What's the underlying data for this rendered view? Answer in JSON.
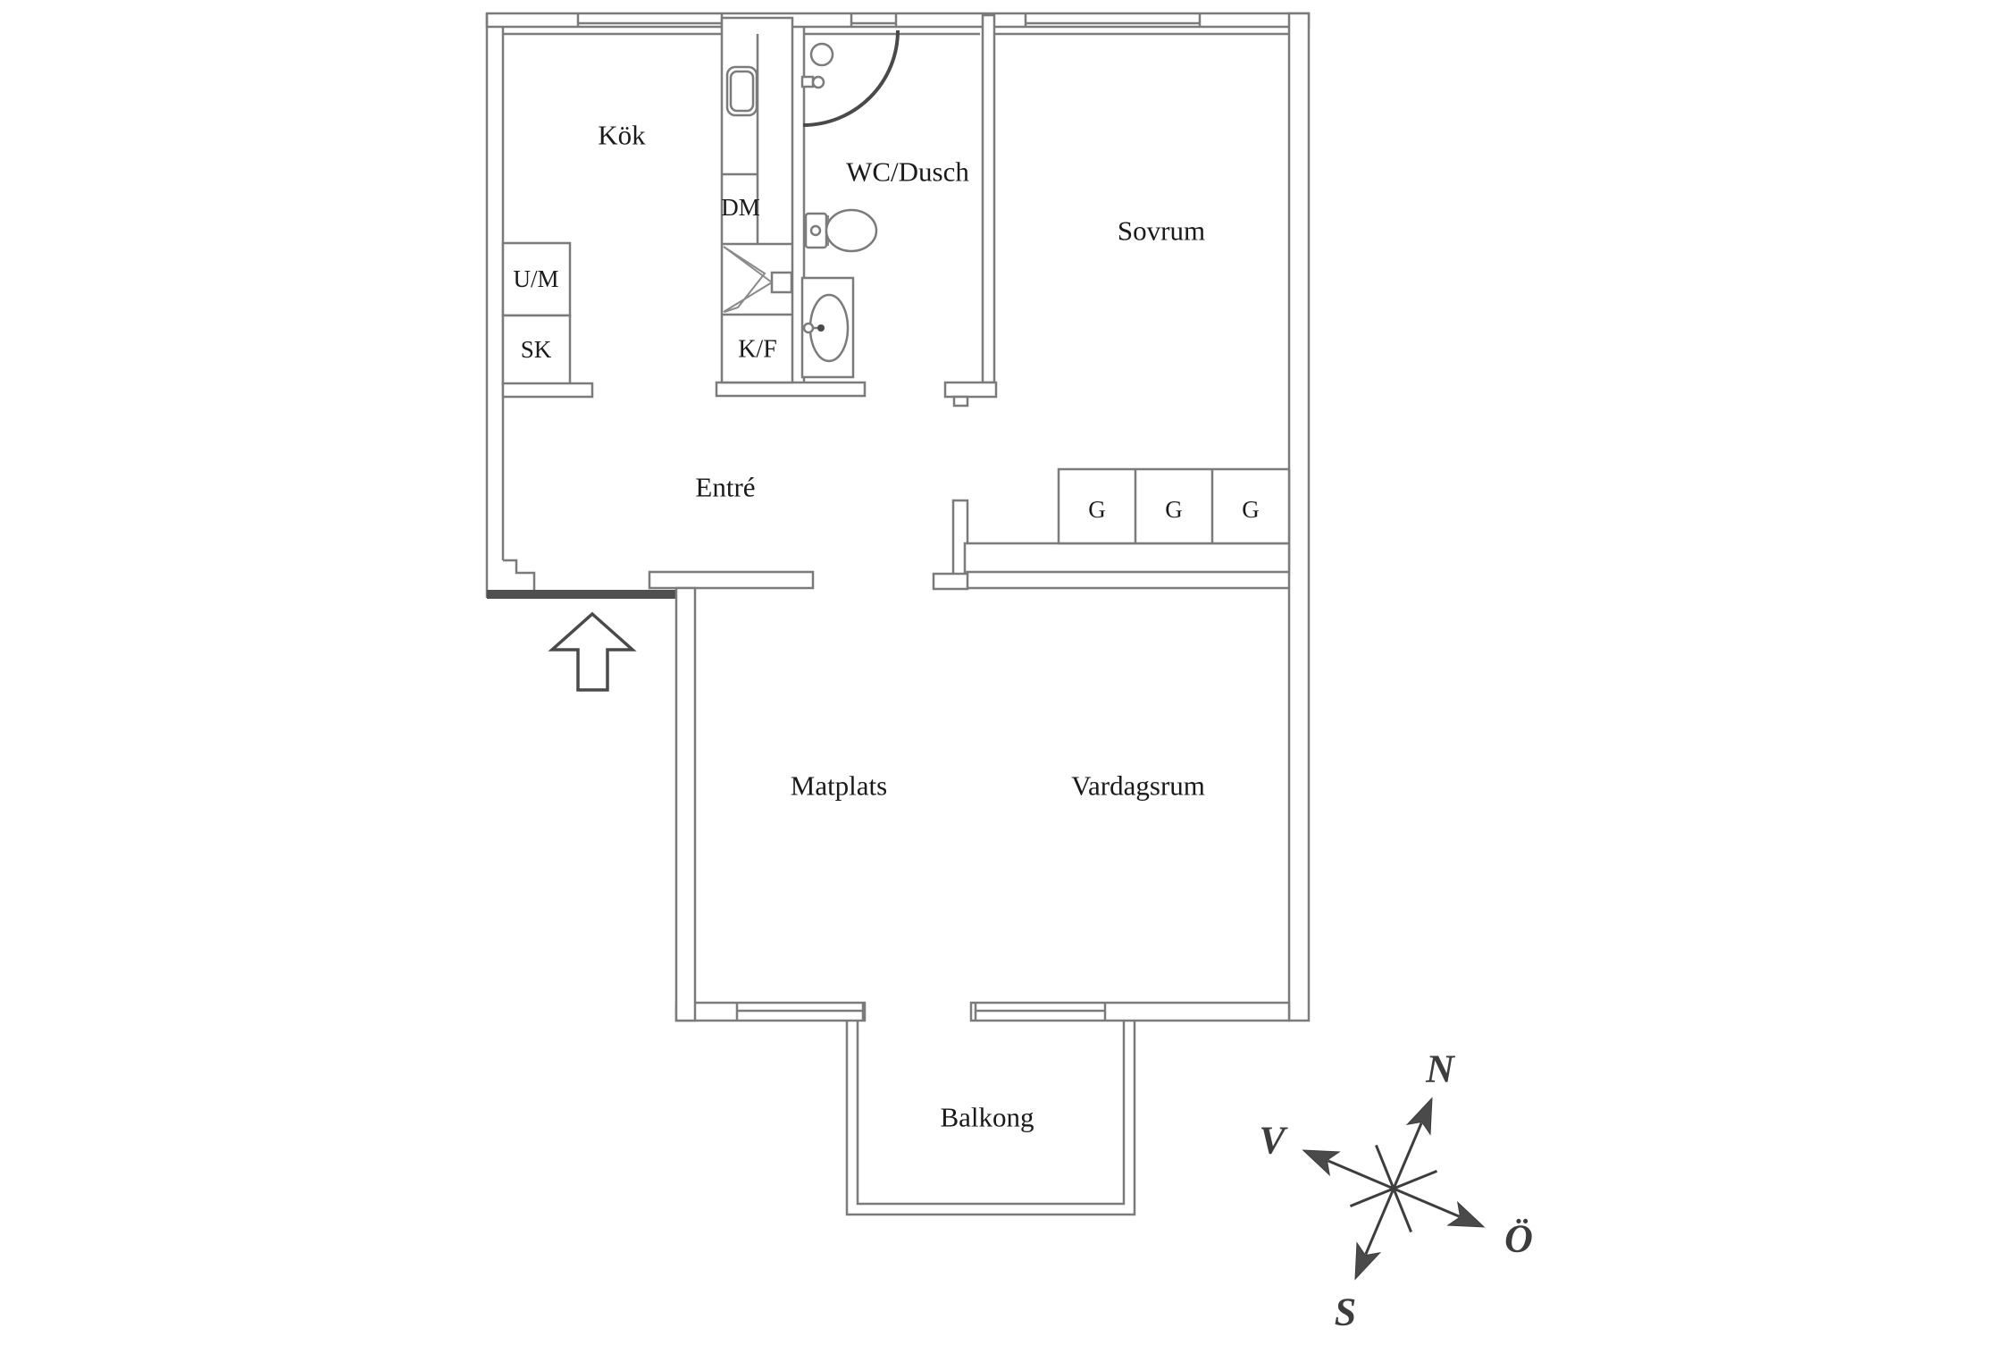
{
  "floor_plan": {
    "rooms": {
      "kitchen": "Kök",
      "bathroom": "WC/Dusch",
      "bedroom": "Sovrum",
      "entry": "Entré",
      "dining": "Matplats",
      "living": "Vardagsrum",
      "balcony": "Balkong"
    },
    "fixtures": {
      "dishwasher": "DM",
      "washing_machine": "U/M",
      "cabinet": "SK",
      "fridge_freezer": "K/F",
      "wardrobe": "G"
    },
    "compass": {
      "north": "N",
      "east": "Ö",
      "south": "S",
      "west": "V"
    },
    "colors": {
      "background": "#ffffff",
      "wall_outline": "#7b7b7b",
      "wall_dark": "#4f4f4f",
      "text": "#1a1a1a",
      "compass": "#3d3d3d"
    }
  }
}
